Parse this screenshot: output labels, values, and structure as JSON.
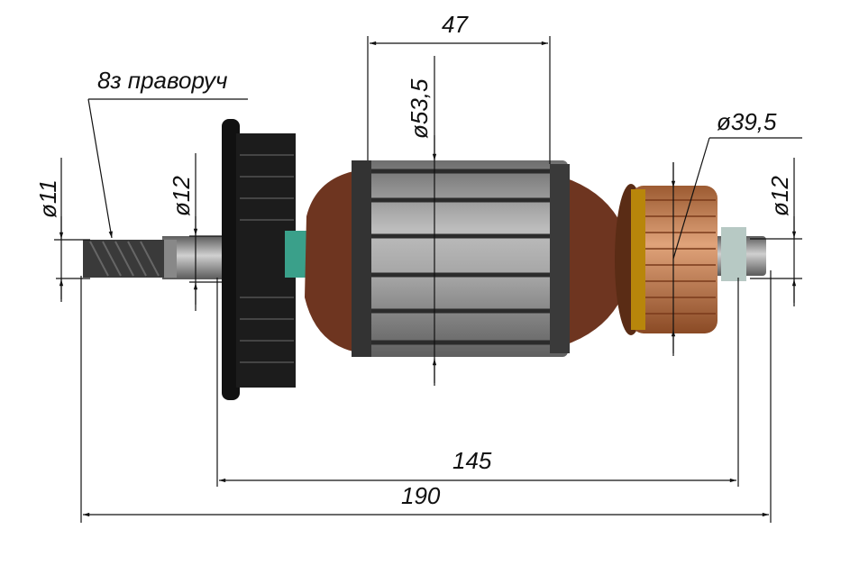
{
  "diagram": {
    "subject": "electric motor armature (rotor) with cooling fan and commutator",
    "colors": {
      "background": "#ffffff",
      "dimension_line": "#111111",
      "fan": "#1a1a1a",
      "core_lamination": "#a9a9a9",
      "core_slot": "#2b2b2b",
      "winding": "#7a3b22",
      "commutator": "#c98a5a",
      "commutator_tabs": "#b8860b",
      "insulator": "#3aa08a",
      "shaft": "#8d8d8d",
      "pinion": "#3a3a3a"
    },
    "annotations": {
      "pinion_note": "8з праворуч",
      "pinion_diameter": "ø11",
      "shaft_left_diameter": "ø12",
      "core_length": "47",
      "core_diameter": "ø53,5",
      "commutator_diameter": "ø39,5",
      "shaft_right_diameter": "ø12",
      "bearing_span": "145",
      "overall_length": "190"
    }
  }
}
